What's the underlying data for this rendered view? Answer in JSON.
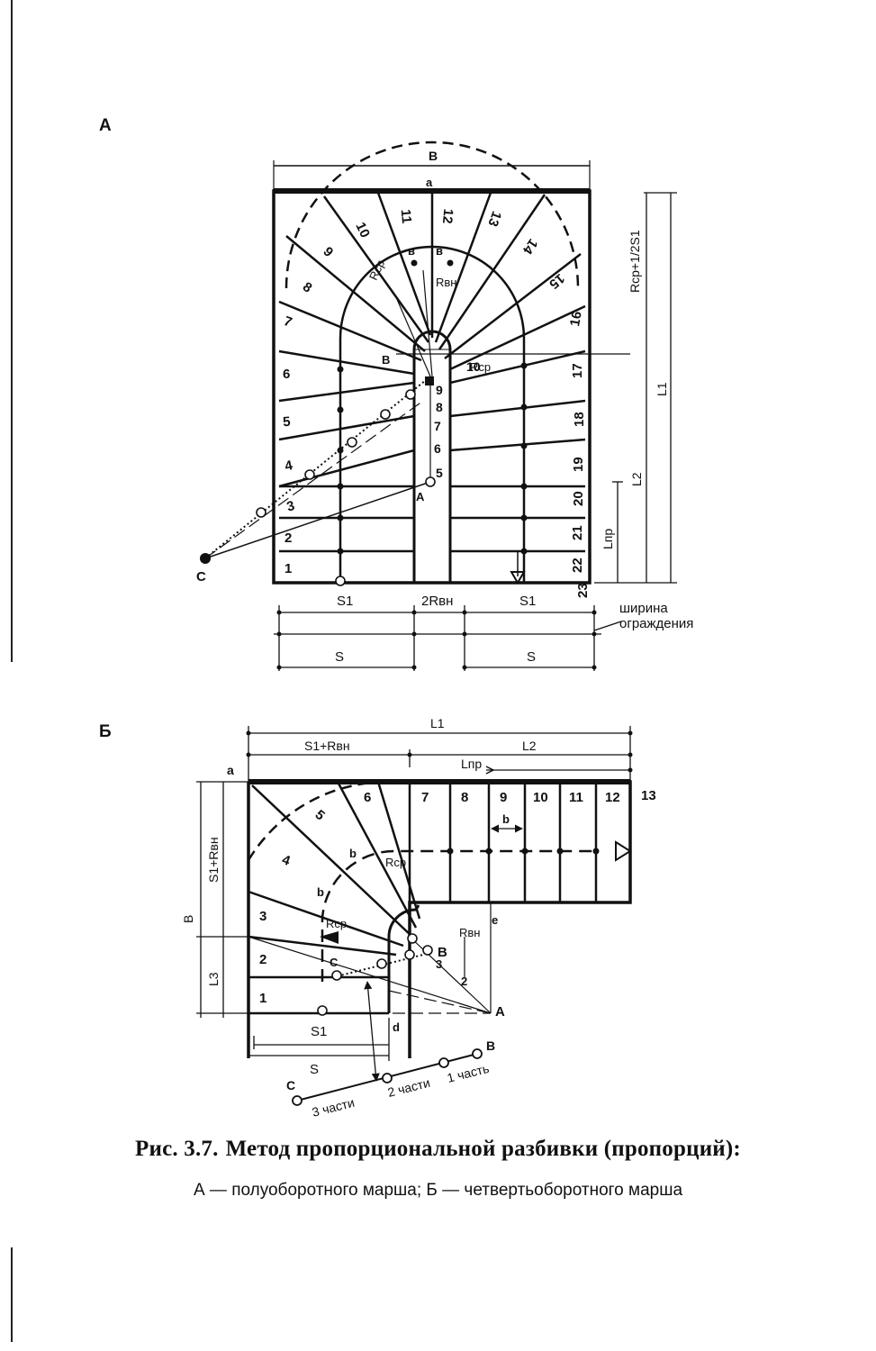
{
  "figure": {
    "number": "Рис. 3.7.",
    "title": "Метод пропорциональной разбивки (пропорций):",
    "subtitle": "А — полуоборотного марша; Б — четвертьоборотного марша"
  },
  "panel_a": {
    "label": "А",
    "top_label": "В",
    "point_a": "а",
    "step_numbers": [
      "1",
      "2",
      "3",
      "4",
      "5",
      "6",
      "7",
      "8",
      "9",
      "10",
      "11",
      "12",
      "13",
      "14",
      "15",
      "16",
      "17",
      "18",
      "19",
      "20",
      "21",
      "22",
      "23"
    ],
    "inner_numbers": [
      "5",
      "6",
      "7",
      "8",
      "9",
      "10"
    ],
    "labels": {
      "r_sr": "Rср",
      "r_vn": "Rвн",
      "b_mark": "в",
      "b_point": "В",
      "a_point": "А",
      "c_point": "С",
      "s1_left": "S1",
      "two_r": "2Rвн",
      "s1_right": "S1",
      "s_left": "S",
      "s_right": "S",
      "guard_1": "ширина",
      "guard_2": "ограждения",
      "dim_top": "Rср+1/2S1",
      "dim_l1": "L1",
      "dim_l2": "L2",
      "dim_lpr": "Lпр"
    }
  },
  "panel_b": {
    "label": "Б",
    "step_numbers": [
      "1",
      "2",
      "3",
      "4",
      "5",
      "6",
      "7",
      "8",
      "9",
      "10",
      "11",
      "12",
      "13"
    ],
    "labels": {
      "l1": "L1",
      "s1_rvn": "S1+Rвн",
      "l2": "L2",
      "lpr": "Lпр",
      "a_corner": "а",
      "b_dim": "b",
      "b_arc1": "b",
      "b_arc2": "b",
      "r_sr1": "Rср",
      "r_sr2": "Rср",
      "r_vn": "Rвн",
      "e": "е",
      "v_side": "В",
      "s1_rvn_v": "S1+Rвн",
      "l3": "L3",
      "c_pt": "С",
      "b_pt": "В",
      "a_pt": "А",
      "d": "d",
      "s1": "S1",
      "s": "S",
      "c_scale": "С",
      "b_scale": "В",
      "parts3": "3 части",
      "parts2": "2 части",
      "parts1": "1 часть",
      "n2": "2",
      "n3": "3"
    }
  }
}
